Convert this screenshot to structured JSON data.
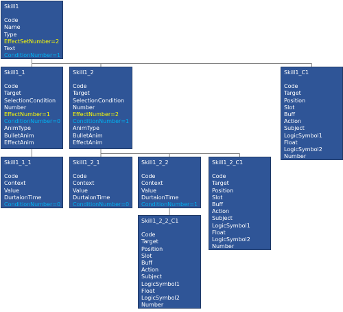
{
  "nodes": [
    {
      "id": "skill1",
      "title": "Skill1",
      "fields": [
        {
          "text": "Code"
        },
        {
          "text": "Name"
        },
        {
          "text": "Type"
        },
        {
          "text": "EffectSetNumber=2",
          "color": "yellow"
        },
        {
          "text": "Text"
        },
        {
          "text": "ConditionNumber=1",
          "color": "cyan"
        }
      ]
    },
    {
      "id": "skill1_1",
      "title": "Skill1_1",
      "fields": [
        {
          "text": "Code"
        },
        {
          "text": "Target"
        },
        {
          "text": "SelectionCondition"
        },
        {
          "text": "Number"
        },
        {
          "text": "EffectNumber=1",
          "color": "yellow"
        },
        {
          "text": "ConditionNumber=0",
          "color": "cyan"
        },
        {
          "text": "AnimType"
        },
        {
          "text": "BulletAnim"
        },
        {
          "text": "EffectAnim"
        }
      ]
    },
    {
      "id": "skill1_2",
      "title": "Skill1_2",
      "fields": [
        {
          "text": "Code"
        },
        {
          "text": "Target"
        },
        {
          "text": "SelectionCondition"
        },
        {
          "text": "Number"
        },
        {
          "text": "EffectNumber=2",
          "color": "yellow"
        },
        {
          "text": "ConditionNumber=1",
          "color": "cyan"
        },
        {
          "text": "AnimType"
        },
        {
          "text": "BulletAnim"
        },
        {
          "text": "EffectAnim"
        }
      ]
    },
    {
      "id": "skill1_c1",
      "title": "Skill1_C1",
      "fields": [
        {
          "text": "Code"
        },
        {
          "text": "Target"
        },
        {
          "text": "Position"
        },
        {
          "text": "Slot"
        },
        {
          "text": "Buff"
        },
        {
          "text": "Action"
        },
        {
          "text": "Subject"
        },
        {
          "text": "LogicSymbol1"
        },
        {
          "text": "Float"
        },
        {
          "text": "LogicSymbol2"
        },
        {
          "text": "Number"
        }
      ]
    },
    {
      "id": "skill1_1_1",
      "title": "Skill1_1_1",
      "fields": [
        {
          "text": "Code"
        },
        {
          "text": "Context"
        },
        {
          "text": "Value"
        },
        {
          "text": "DurtaionTime"
        },
        {
          "text": "ConditionNumber=0",
          "color": "cyan"
        }
      ]
    },
    {
      "id": "skill1_2_1",
      "title": "Skill1_2_1",
      "fields": [
        {
          "text": "Code"
        },
        {
          "text": "Context"
        },
        {
          "text": "Value"
        },
        {
          "text": "DurtaionTime"
        },
        {
          "text": "ConditionNumber=0",
          "color": "cyan"
        }
      ]
    },
    {
      "id": "skill1_2_2",
      "title": "Skill1_2_2",
      "fields": [
        {
          "text": "Code"
        },
        {
          "text": "Context"
        },
        {
          "text": "Value"
        },
        {
          "text": "DurtaionTime"
        },
        {
          "text": "ConditionNumber=1",
          "color": "cyan"
        }
      ]
    },
    {
      "id": "skill1_2_2_c1",
      "title": "Skill1_2_2_C1",
      "fields": [
        {
          "text": "Code"
        },
        {
          "text": "Target"
        },
        {
          "text": "Position"
        },
        {
          "text": "Slot"
        },
        {
          "text": "Buff"
        },
        {
          "text": "Action"
        },
        {
          "text": "Subject"
        },
        {
          "text": "LogicSymbol1"
        },
        {
          "text": "Float"
        },
        {
          "text": "LogicSymbol2"
        },
        {
          "text": "Number"
        }
      ]
    },
    {
      "id": "skill1_2_c1",
      "title": "Skill1_2_C1",
      "fields": [
        {
          "text": "Code"
        },
        {
          "text": "Target"
        },
        {
          "text": "Position"
        },
        {
          "text": "Slot"
        },
        {
          "text": "Buff"
        },
        {
          "text": "Action"
        },
        {
          "text": "Subject"
        },
        {
          "text": "LogicSymbol1"
        },
        {
          "text": "Float"
        },
        {
          "text": "LogicSymbol2"
        },
        {
          "text": "Number"
        }
      ]
    }
  ],
  "edges": [
    {
      "from": "skill1",
      "to": "skill1_1"
    },
    {
      "from": "skill1",
      "to": "skill1_2"
    },
    {
      "from": "skill1",
      "to": "skill1_c1"
    },
    {
      "from": "skill1_1",
      "to": "skill1_1_1"
    },
    {
      "from": "skill1_2",
      "to": "skill1_2_1"
    },
    {
      "from": "skill1_2",
      "to": "skill1_2_2"
    },
    {
      "from": "skill1_2",
      "to": "skill1_2_c1"
    },
    {
      "from": "skill1_2_2",
      "to": "skill1_2_2_c1"
    }
  ],
  "colors": {
    "node_fill": "#2f5597",
    "node_border": "#1f3864",
    "text": "#ffffff",
    "effect_highlight": "#ffff00",
    "condition_highlight": "#00b0f0",
    "connector": "#7f7f7f"
  }
}
